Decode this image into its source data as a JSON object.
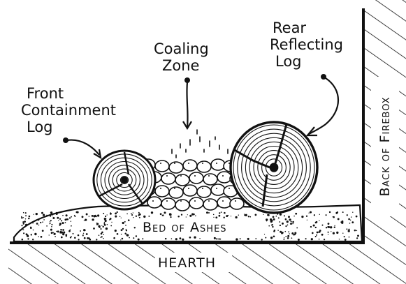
{
  "labels": {
    "coaling_zone": [
      "Coaling",
      "Zone"
    ],
    "rear_log": [
      "Rear",
      "Reflecting",
      "Log"
    ],
    "front_log": [
      "Front",
      "Containment",
      "Log"
    ],
    "bed_of_ashes": "Bed of Ashes",
    "hearth": "HEARTH",
    "back_of_firebox": "Back of Firebox"
  },
  "colors": {
    "ink": "#111111",
    "paper": "#ffffff"
  }
}
